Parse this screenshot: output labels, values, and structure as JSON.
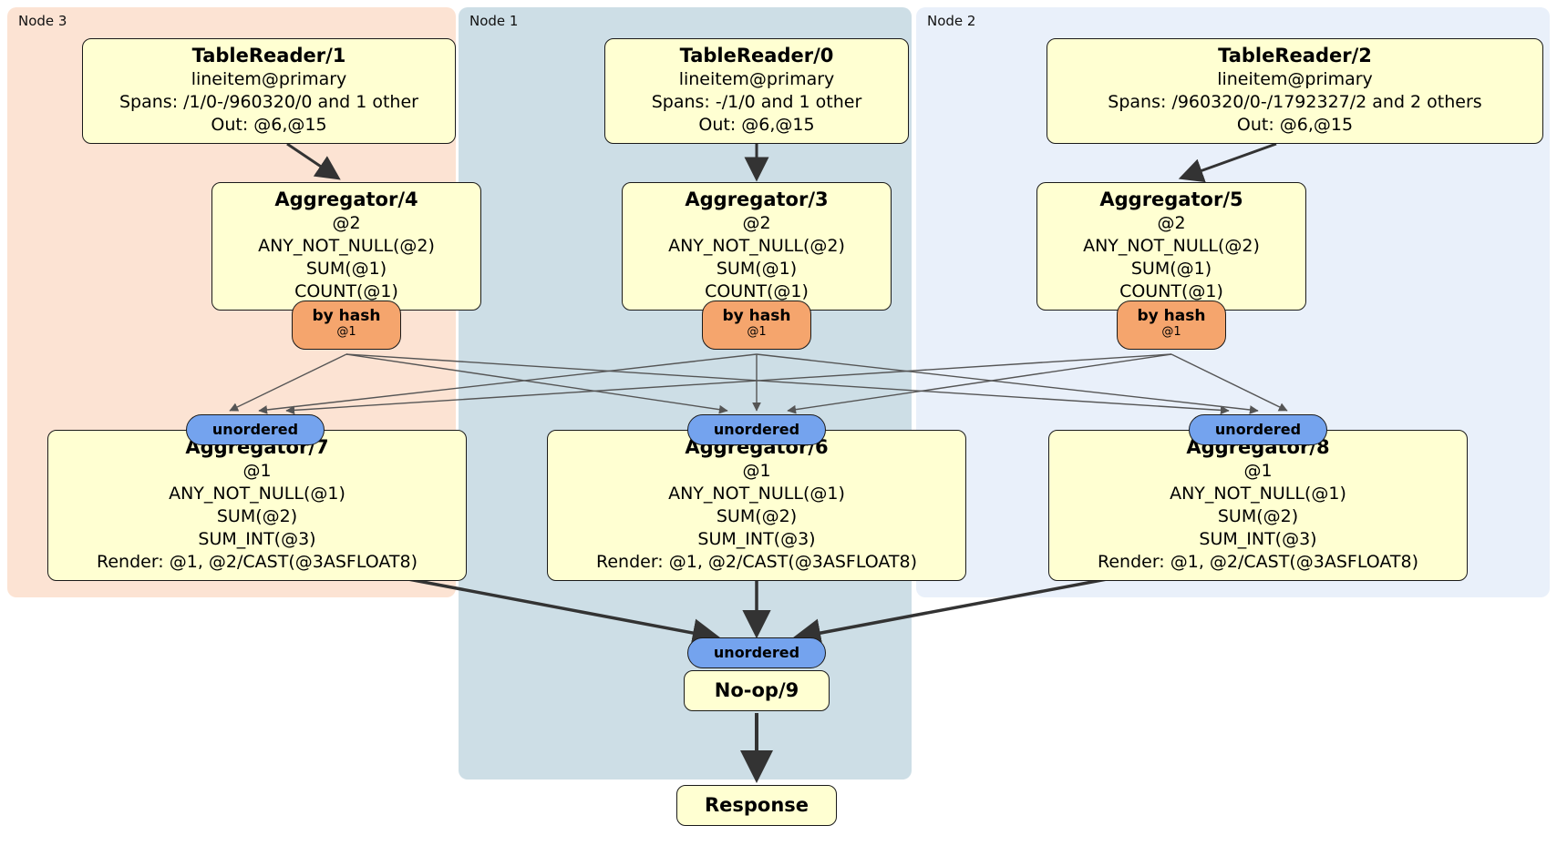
{
  "diagram": {
    "regions": [
      {
        "label": "Node 3"
      },
      {
        "label": "Node 1"
      },
      {
        "label": "Node 2"
      }
    ],
    "operators": {
      "tr1": {
        "title": "TableReader/1",
        "lines": [
          "lineitem@primary",
          "Spans: /1/0-/960320/0 and 1 other",
          "Out: @6,@15"
        ]
      },
      "tr0": {
        "title": "TableReader/0",
        "lines": [
          "lineitem@primary",
          "Spans: -/1/0 and 1 other",
          "Out: @6,@15"
        ]
      },
      "tr2": {
        "title": "TableReader/2",
        "lines": [
          "lineitem@primary",
          "Spans: /960320/0-/1792327/2 and 2 others",
          "Out: @6,@15"
        ]
      },
      "agg4": {
        "title": "Aggregator/4",
        "lines": [
          "@2",
          "ANY_NOT_NULL(@2)",
          "SUM(@1)",
          "COUNT(@1)"
        ]
      },
      "agg3": {
        "title": "Aggregator/3",
        "lines": [
          "@2",
          "ANY_NOT_NULL(@2)",
          "SUM(@1)",
          "COUNT(@1)"
        ]
      },
      "agg5": {
        "title": "Aggregator/5",
        "lines": [
          "@2",
          "ANY_NOT_NULL(@2)",
          "SUM(@1)",
          "COUNT(@1)"
        ]
      },
      "agg7": {
        "title": "Aggregator/7",
        "lines": [
          "@1",
          "ANY_NOT_NULL(@1)",
          "SUM(@2)",
          "SUM_INT(@3)",
          "Render: @1, @2/CAST(@3ASFLOAT8)"
        ]
      },
      "agg6": {
        "title": "Aggregator/6",
        "lines": [
          "@1",
          "ANY_NOT_NULL(@1)",
          "SUM(@2)",
          "SUM_INT(@3)",
          "Render: @1, @2/CAST(@3ASFLOAT8)"
        ]
      },
      "agg8": {
        "title": "Aggregator/8",
        "lines": [
          "@1",
          "ANY_NOT_NULL(@1)",
          "SUM(@2)",
          "SUM_INT(@3)",
          "Render: @1, @2/CAST(@3ASFLOAT8)"
        ]
      },
      "noop9": {
        "title": "No-op/9"
      },
      "response": {
        "title": "Response"
      }
    },
    "routers": {
      "by_hash": {
        "label": "by hash",
        "key": "@1"
      },
      "unordered": {
        "label": "unordered"
      }
    },
    "colors": {
      "node3_bg": "#fce3d3",
      "node1_bg": "#cddee6",
      "node2_bg": "#e9f0fa",
      "operator_bg": "#ffffd2",
      "hash_router_bg": "#f5a56d",
      "unordered_bg": "#74a3ee"
    }
  }
}
